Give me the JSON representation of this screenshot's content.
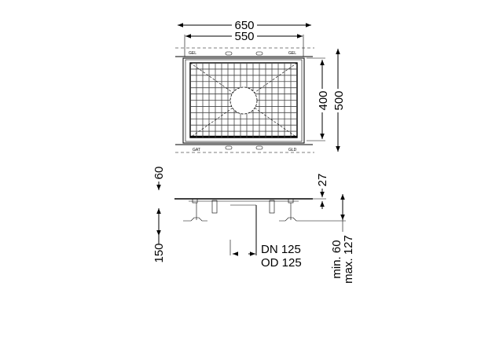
{
  "top_view": {
    "width_outer": "650",
    "width_inner": "550",
    "height_inner": "400",
    "height_outer": "500"
  },
  "side_view": {
    "dim_top": "60",
    "dim_bottom": "150",
    "dim_plate": "27",
    "outlet_dn": "DN 125",
    "outlet_od": "OD 125",
    "adjust_min": "min. 60",
    "adjust_max": "max. 127"
  }
}
